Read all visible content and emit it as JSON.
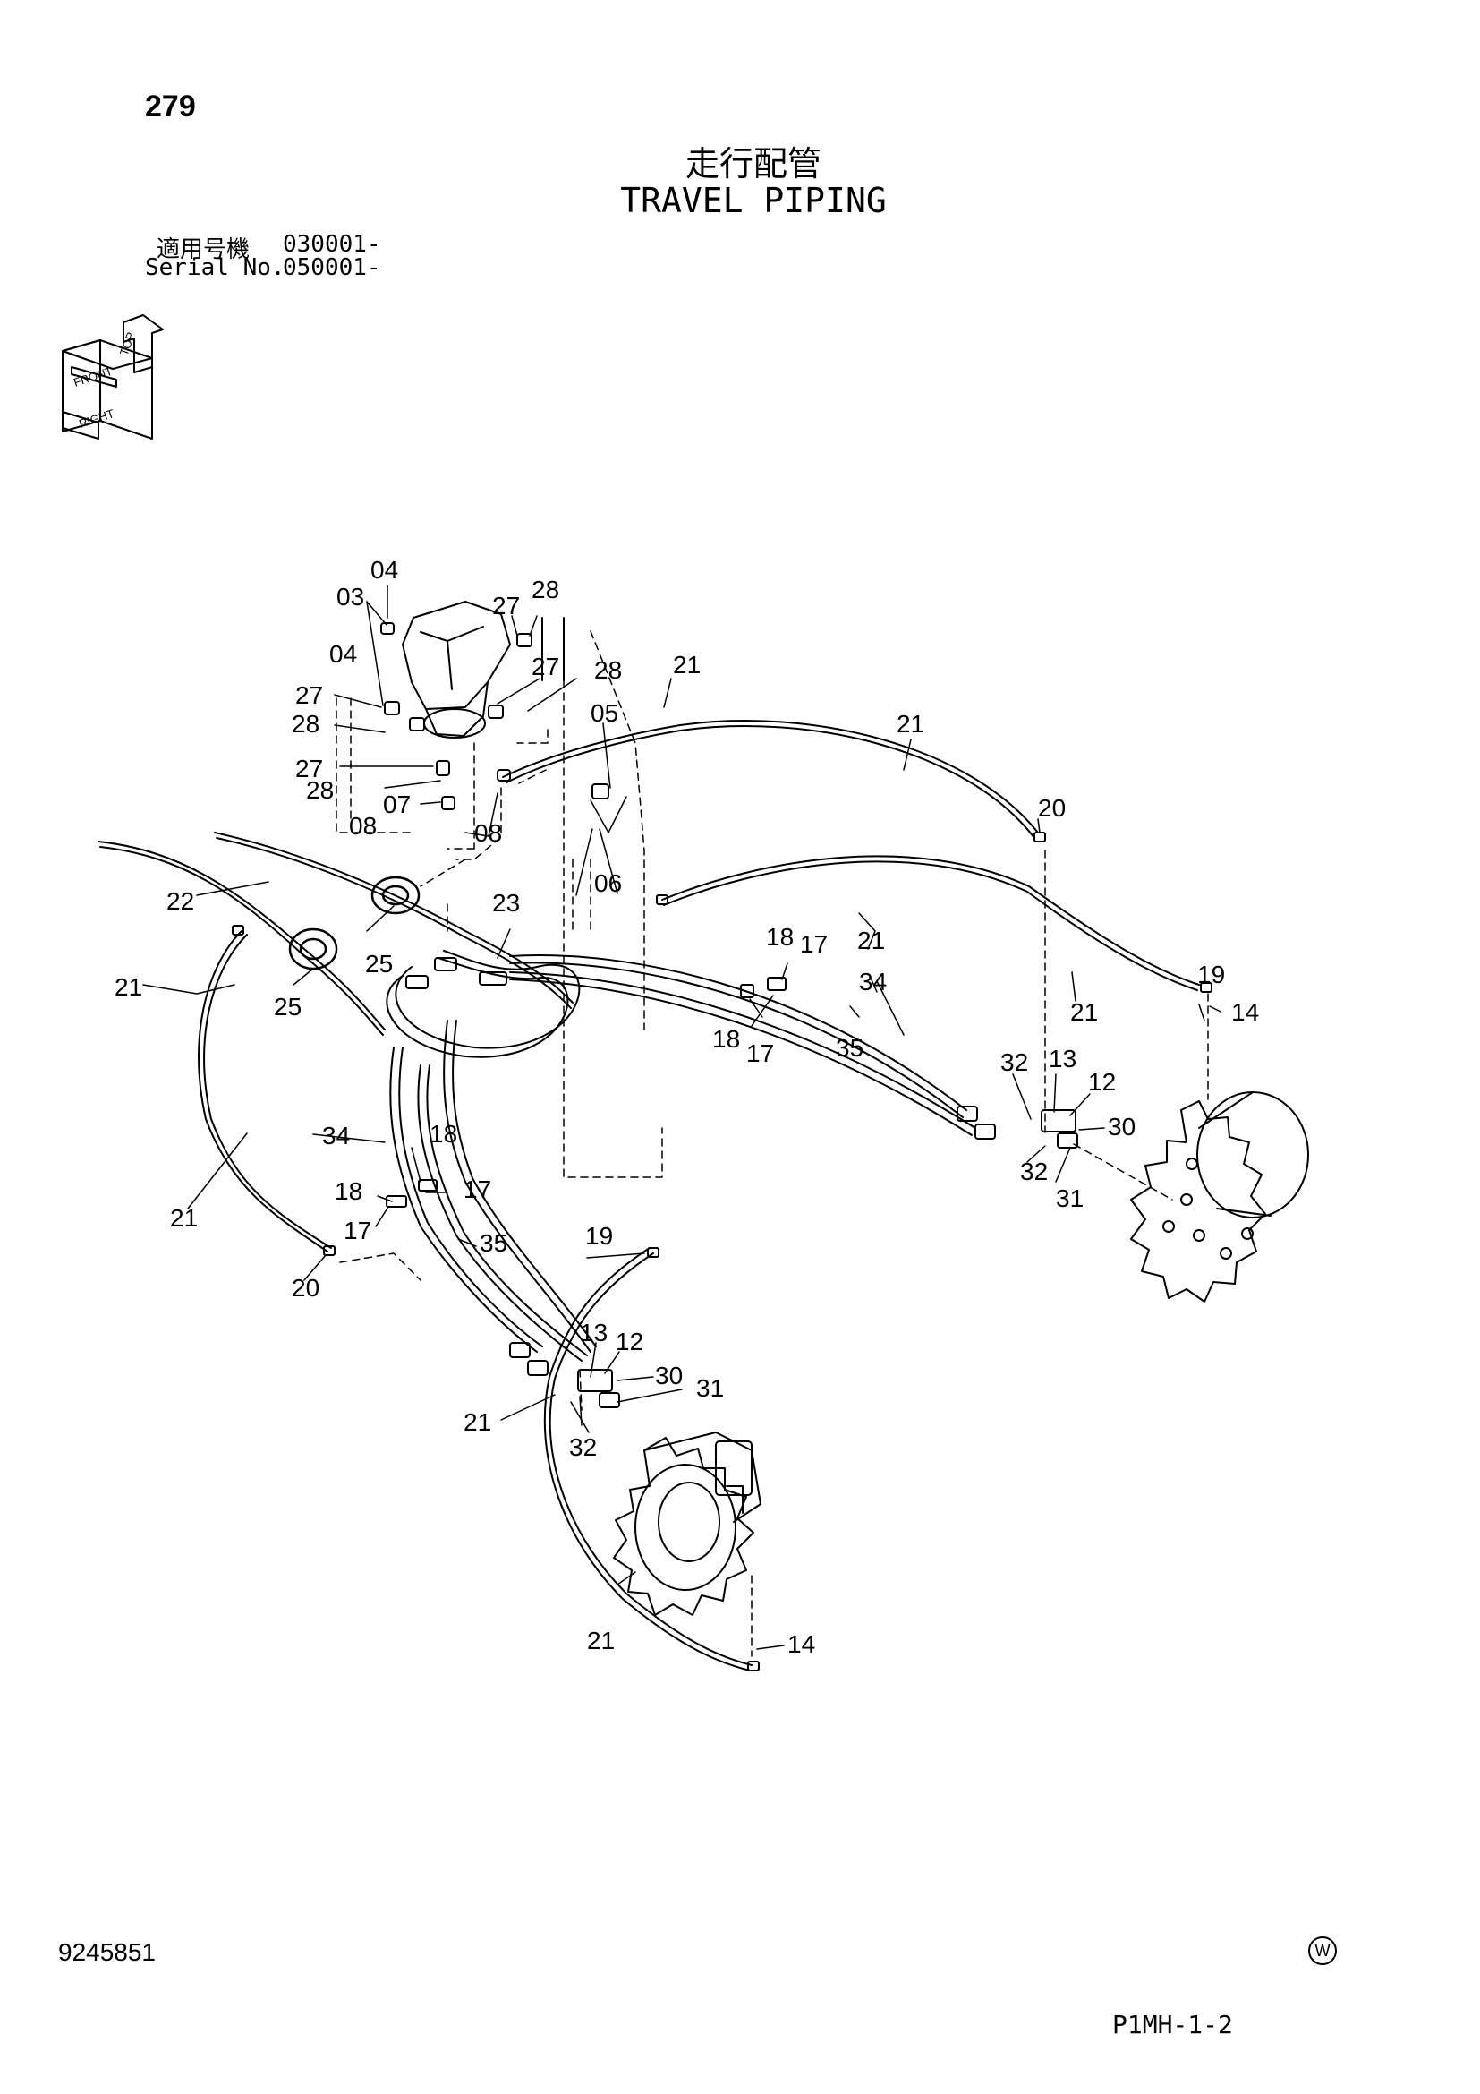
{
  "page_number": "279",
  "title_jp": "走行配管",
  "title_en": "TRAVEL PIPING",
  "serial_jp_label": "適用号機",
  "serial_jp_value": "030001-",
  "serial_en_label": "Serial No.",
  "serial_en_value": "050001-",
  "orientation": {
    "top": "TOP",
    "front": "FRONT",
    "right": "RIGHT"
  },
  "document_number": "9245851",
  "page_code": "P1MH-1-2",
  "watermark_symbol": "W",
  "callouts": [
    "04",
    "03",
    "27",
    "28",
    "27",
    "28",
    "04",
    "27",
    "28",
    "27",
    "28",
    "07",
    "08",
    "08",
    "05",
    "06",
    "21",
    "21",
    "20",
    "22",
    "23",
    "25",
    "25",
    "21",
    "21",
    "19",
    "14",
    "18",
    "17",
    "34",
    "18",
    "17",
    "35",
    "21",
    "32",
    "13",
    "12",
    "30",
    "32",
    "31",
    "34",
    "18",
    "18",
    "17",
    "17",
    "21",
    "35",
    "20",
    "19",
    "13",
    "12",
    "30",
    "31",
    "21",
    "32",
    "21",
    "14"
  ]
}
